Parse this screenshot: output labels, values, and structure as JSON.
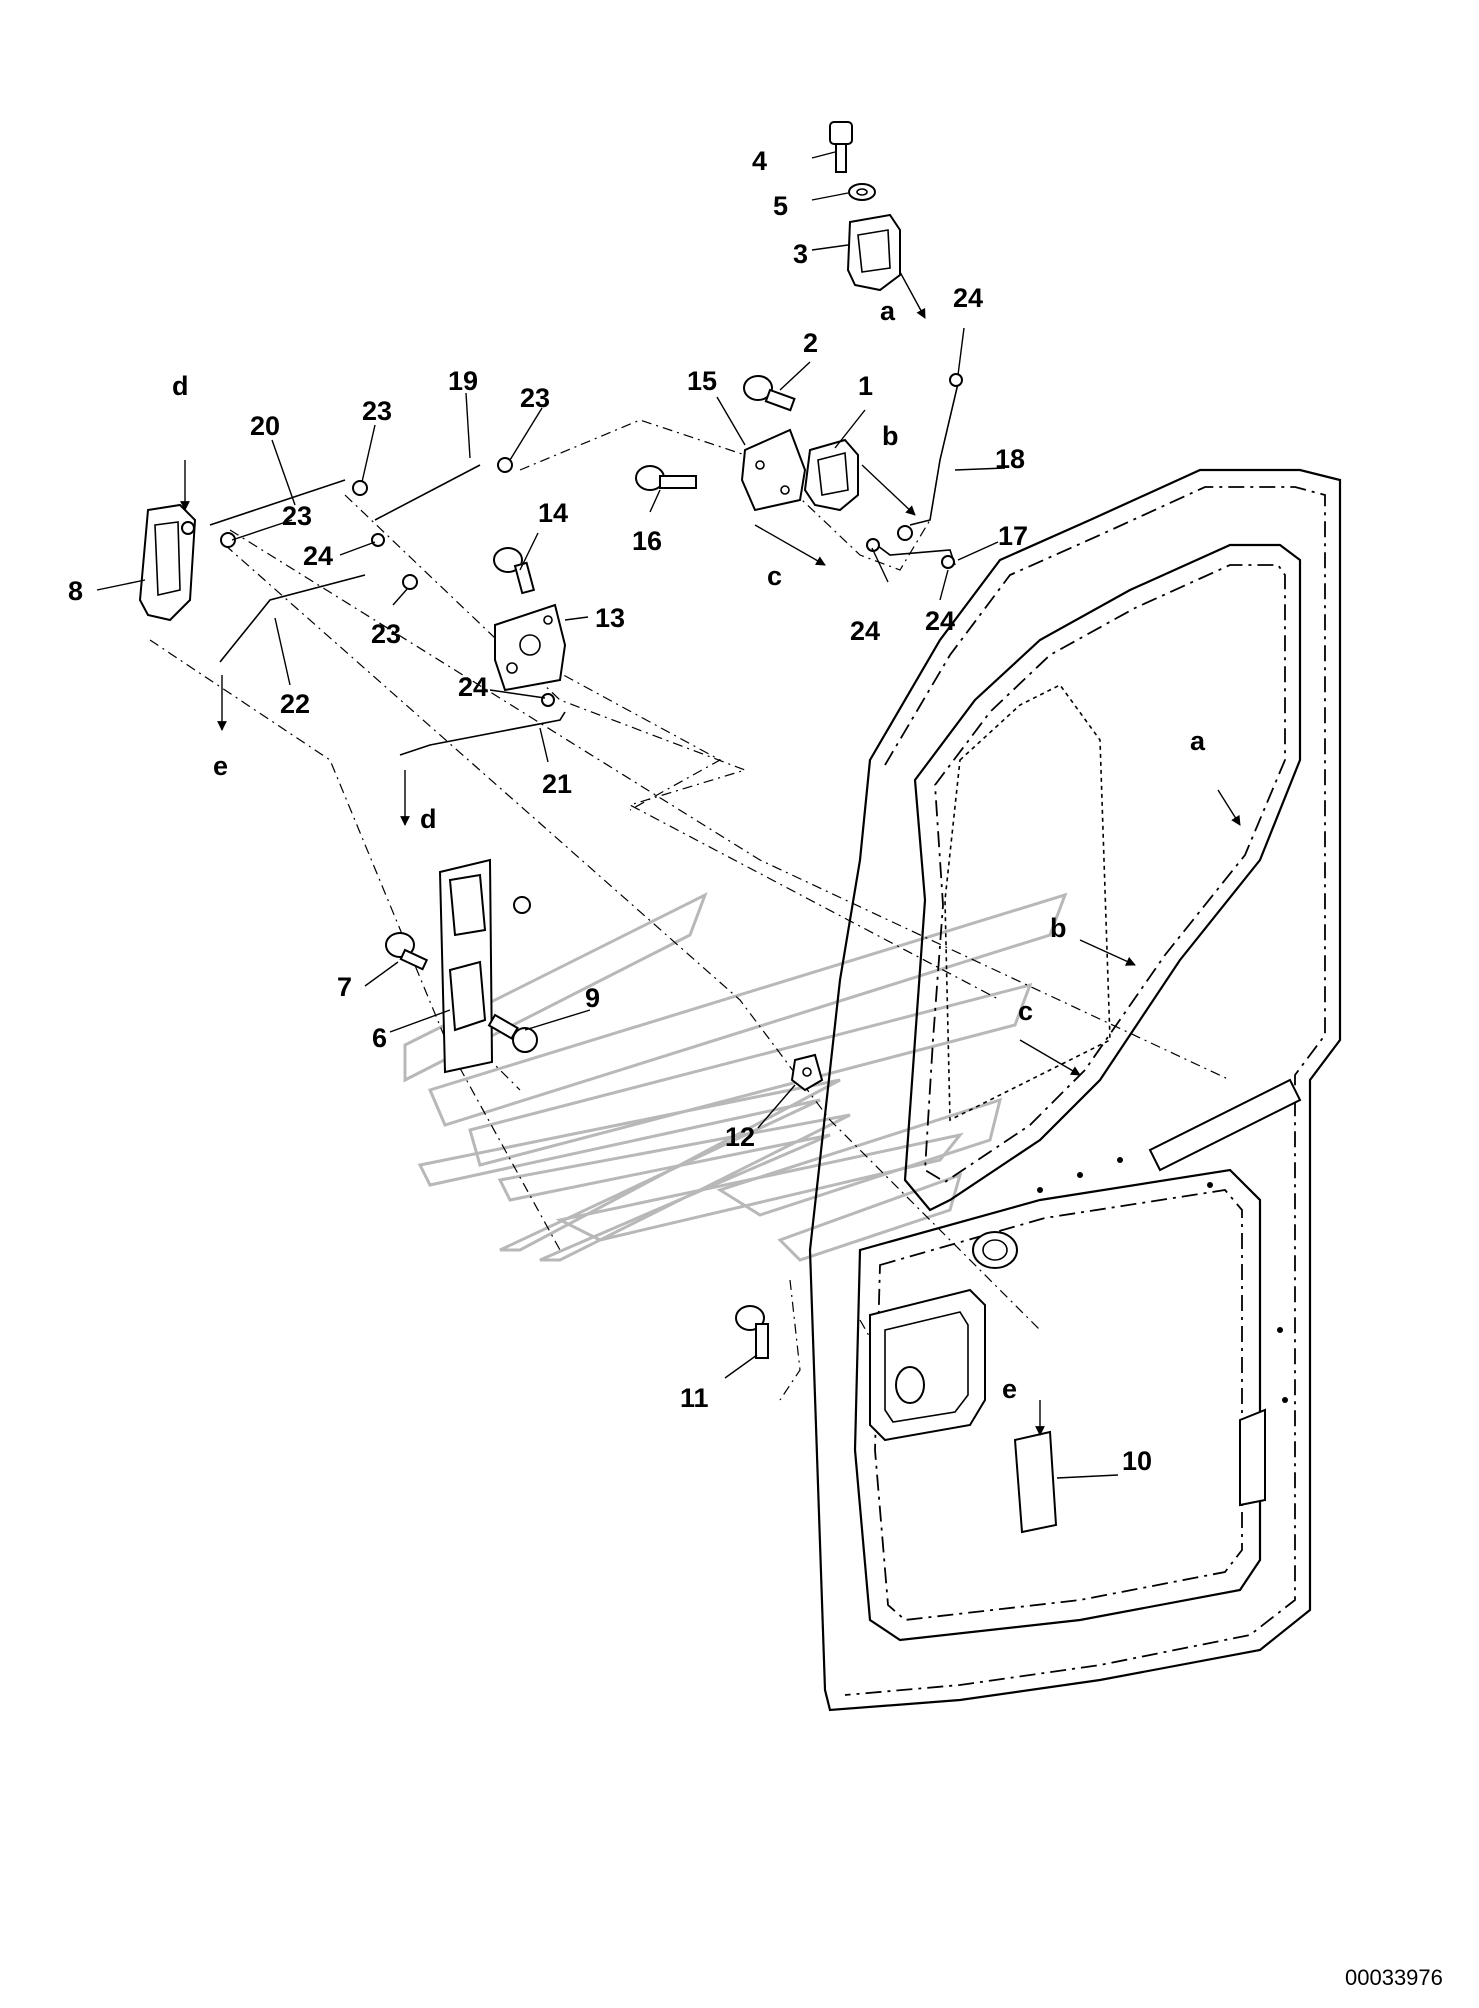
{
  "diagram": {
    "document_id": "00033976",
    "callouts": [
      {
        "id": "c-1",
        "text": "1"
      },
      {
        "id": "c-2",
        "text": "2"
      },
      {
        "id": "c-3",
        "text": "3"
      },
      {
        "id": "c-4",
        "text": "4"
      },
      {
        "id": "c-5",
        "text": "5"
      },
      {
        "id": "c-6",
        "text": "6"
      },
      {
        "id": "c-7",
        "text": "7"
      },
      {
        "id": "c-8",
        "text": "8"
      },
      {
        "id": "c-9",
        "text": "9"
      },
      {
        "id": "c-10",
        "text": "10"
      },
      {
        "id": "c-11",
        "text": "11"
      },
      {
        "id": "c-12",
        "text": "12"
      },
      {
        "id": "c-13",
        "text": "13"
      },
      {
        "id": "c-14",
        "text": "14"
      },
      {
        "id": "c-15",
        "text": "15"
      },
      {
        "id": "c-16",
        "text": "16"
      },
      {
        "id": "c-17",
        "text": "17"
      },
      {
        "id": "c-18",
        "text": "18"
      },
      {
        "id": "c-19",
        "text": "19"
      },
      {
        "id": "c-20",
        "text": "20"
      },
      {
        "id": "c-21",
        "text": "21"
      },
      {
        "id": "c-22",
        "text": "22"
      },
      {
        "id": "c-23a",
        "text": "23"
      },
      {
        "id": "c-23b",
        "text": "23"
      },
      {
        "id": "c-23c",
        "text": "23"
      },
      {
        "id": "c-23d",
        "text": "23"
      },
      {
        "id": "c-24a",
        "text": "24"
      },
      {
        "id": "c-24b",
        "text": "24"
      },
      {
        "id": "c-24c",
        "text": "24"
      },
      {
        "id": "c-24d",
        "text": "24"
      },
      {
        "id": "c-24e",
        "text": "24"
      }
    ],
    "references": [
      {
        "id": "r-a1",
        "text": "a"
      },
      {
        "id": "r-a2",
        "text": "a"
      },
      {
        "id": "r-b1",
        "text": "b"
      },
      {
        "id": "r-b2",
        "text": "b"
      },
      {
        "id": "r-c1",
        "text": "c"
      },
      {
        "id": "r-c2",
        "text": "c"
      },
      {
        "id": "r-d1",
        "text": "d"
      },
      {
        "id": "r-d2",
        "text": "d"
      },
      {
        "id": "r-e1",
        "text": "e"
      },
      {
        "id": "r-e2",
        "text": "e"
      }
    ]
  }
}
